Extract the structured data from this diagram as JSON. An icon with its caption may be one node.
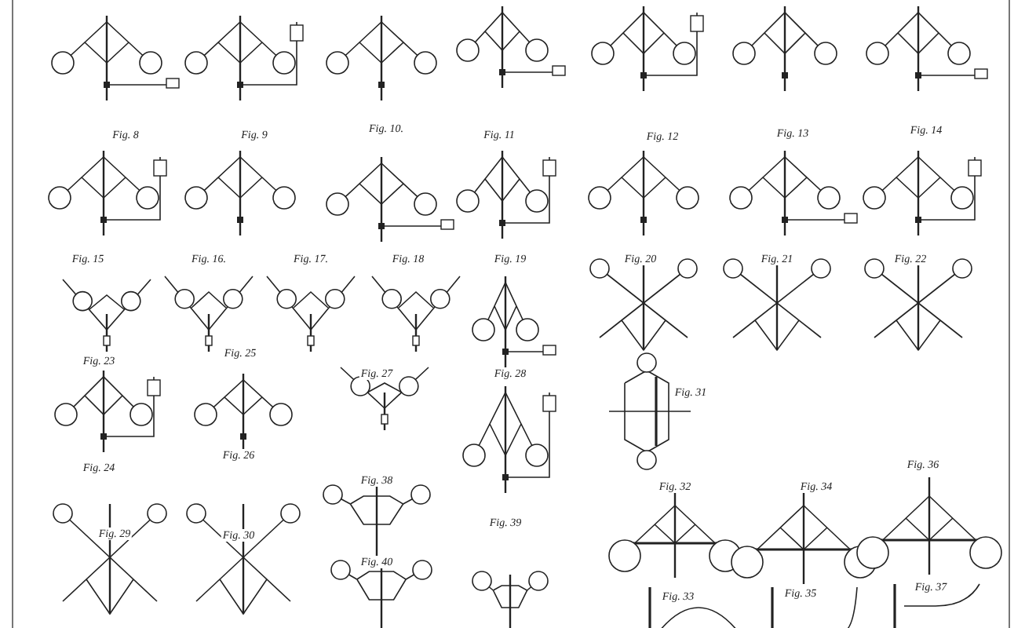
{
  "diagram": {
    "labels": [
      "Fig. 8",
      "Fig. 9",
      "Fig. 10.",
      "Fig. 11",
      "Fig. 12",
      "Fig. 13",
      "Fig. 14",
      "Fig. 15",
      "Fig. 16.",
      "Fig. 17.",
      "Fig. 18",
      "Fig. 19",
      "Fig. 20",
      "Fig. 21",
      "Fig. 22",
      "Fig. 23",
      "Fig. 25",
      "Fig. 27",
      "Fig. 28",
      "Fig. 31",
      "Fig. 24",
      "Fig. 26",
      "Fig. 38",
      "Fig. 32",
      "Fig. 34",
      "Fig. 36",
      "Fig. 29",
      "Fig. 30",
      "Fig. 39",
      "Fig. 40",
      "Fig. 33",
      "Fig. 35",
      "Fig. 37"
    ]
  }
}
